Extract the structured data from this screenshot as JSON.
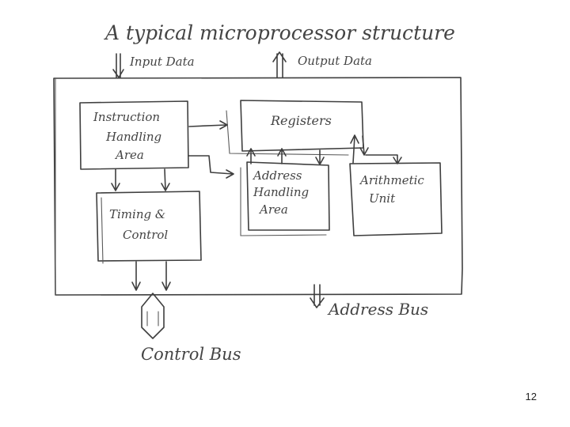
{
  "title": "A typical microprocessor structure",
  "io_labels": {
    "input": "Input Data",
    "output": "Output Data",
    "address_bus": "Address Bus",
    "control_bus": "Control Bus"
  },
  "blocks": {
    "instruction": [
      "Instruction",
      "Handling",
      "Area"
    ],
    "registers": [
      "Registers"
    ],
    "address": [
      "Address",
      "Handling",
      "Area"
    ],
    "arithmetic": [
      "Arithmetic",
      "Unit"
    ],
    "timing": [
      "Timing &",
      "Control"
    ]
  },
  "page_number": "12"
}
